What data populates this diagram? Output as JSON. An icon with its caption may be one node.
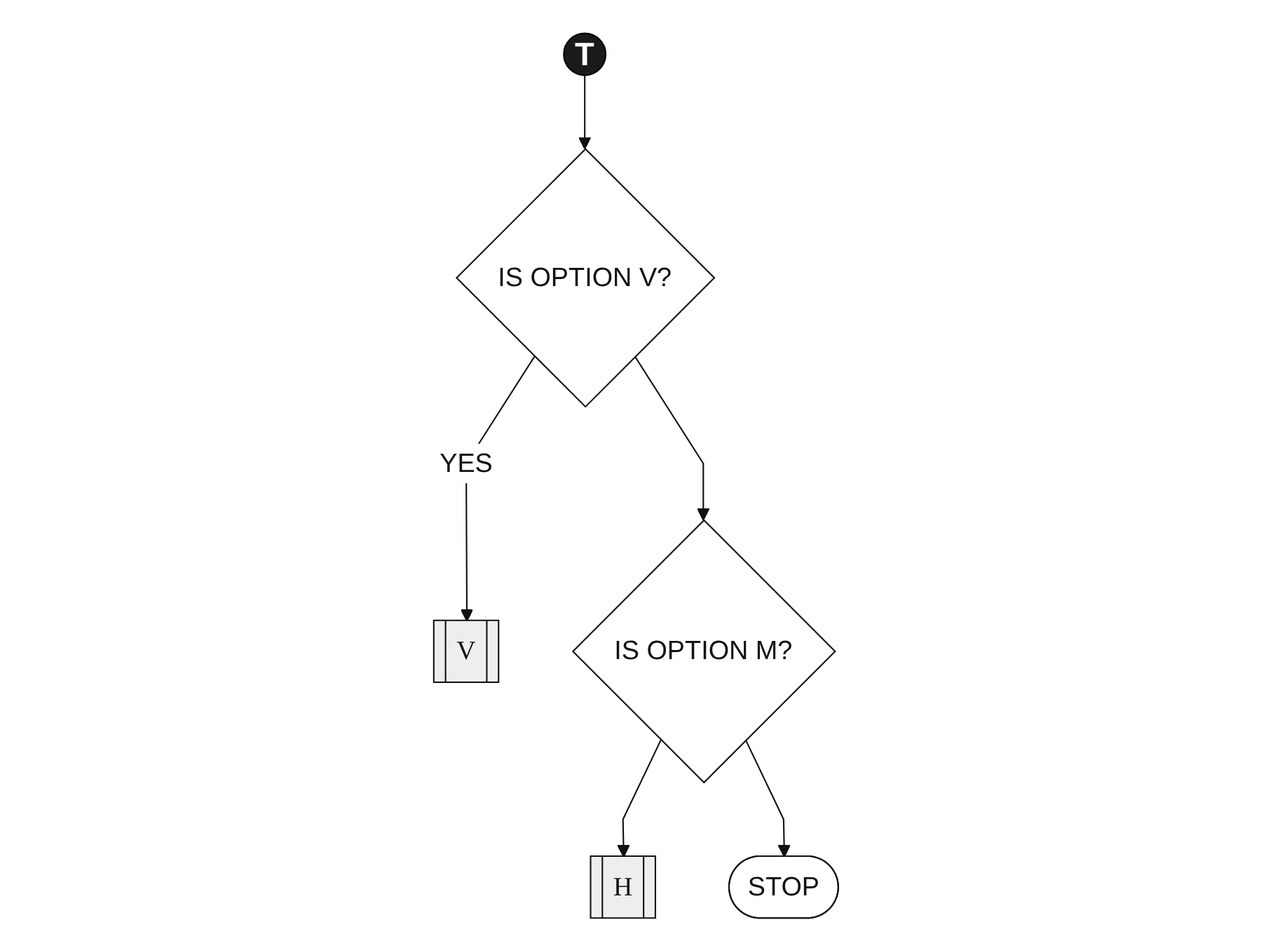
{
  "diagram": {
    "nodes": [
      {
        "text": [
          "T"
        ]
      },
      {
        "text": [
          "IS OPTION V?"
        ]
      },
      {
        "text": [
          "V"
        ]
      },
      {
        "text": [
          "IS OPTION M?"
        ]
      },
      {
        "text": [
          "H"
        ]
      },
      {
        "text": [
          "STOP"
        ]
      }
    ],
    "edges": [
      {
        "from": 0,
        "to": 1,
        "arrow": "to"
      },
      {
        "from": 1,
        "to": 2,
        "label": "YES",
        "arrow": "to"
      },
      {
        "from": 1,
        "to": 3,
        "arrow": "to"
      },
      {
        "from": 3,
        "to": 4,
        "arrow": "to"
      },
      {
        "from": 3,
        "to": 5,
        "arrow": "to"
      }
    ]
  }
}
